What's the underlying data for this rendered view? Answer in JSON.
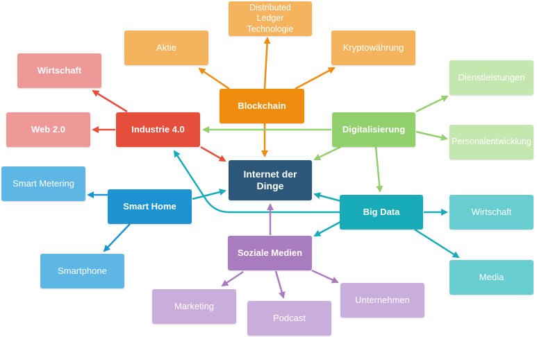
{
  "colors": {
    "blockchain": "#ef8c0d",
    "blockchain_light": "#f5b35e",
    "industrie": "#e64e3c",
    "industrie_light": "#ef9898",
    "digital": "#92d06d",
    "digital_light": "#c3e7ae",
    "bigdata": "#17acb8",
    "bigdata_light": "#67cdd0",
    "smarthome": "#1e93d1",
    "smarthome_light": "#5eb6e4",
    "sozial": "#a97cbf",
    "sozial_light": "#c9addb",
    "center": "#2c5779"
  },
  "nodes": {
    "center": "Internet der\nDinge",
    "blockchain": "Blockchain",
    "aktie": "Aktie",
    "dlt": "Distributed\nLedger\nTechnologie",
    "krypto": "Kryptowährung",
    "industrie": "Industrie 4.0",
    "wirtschaft_red": "Wirtschaft",
    "web20": "Web 2.0",
    "digital": "Digitalisierung",
    "dienst": "Dienstleistungen",
    "personal": "Personalentwicklung",
    "bigdata": "Big Data",
    "wirtschaft_teal": "Wirtschaft",
    "media": "Media",
    "smarthome": "Smart Home",
    "smartmeter": "Smart Metering",
    "smartphone": "Smartphone",
    "sozial": "Soziale Medien",
    "marketing": "Marketing",
    "podcast": "Podcast",
    "unternehmen": "Unternehmen"
  }
}
